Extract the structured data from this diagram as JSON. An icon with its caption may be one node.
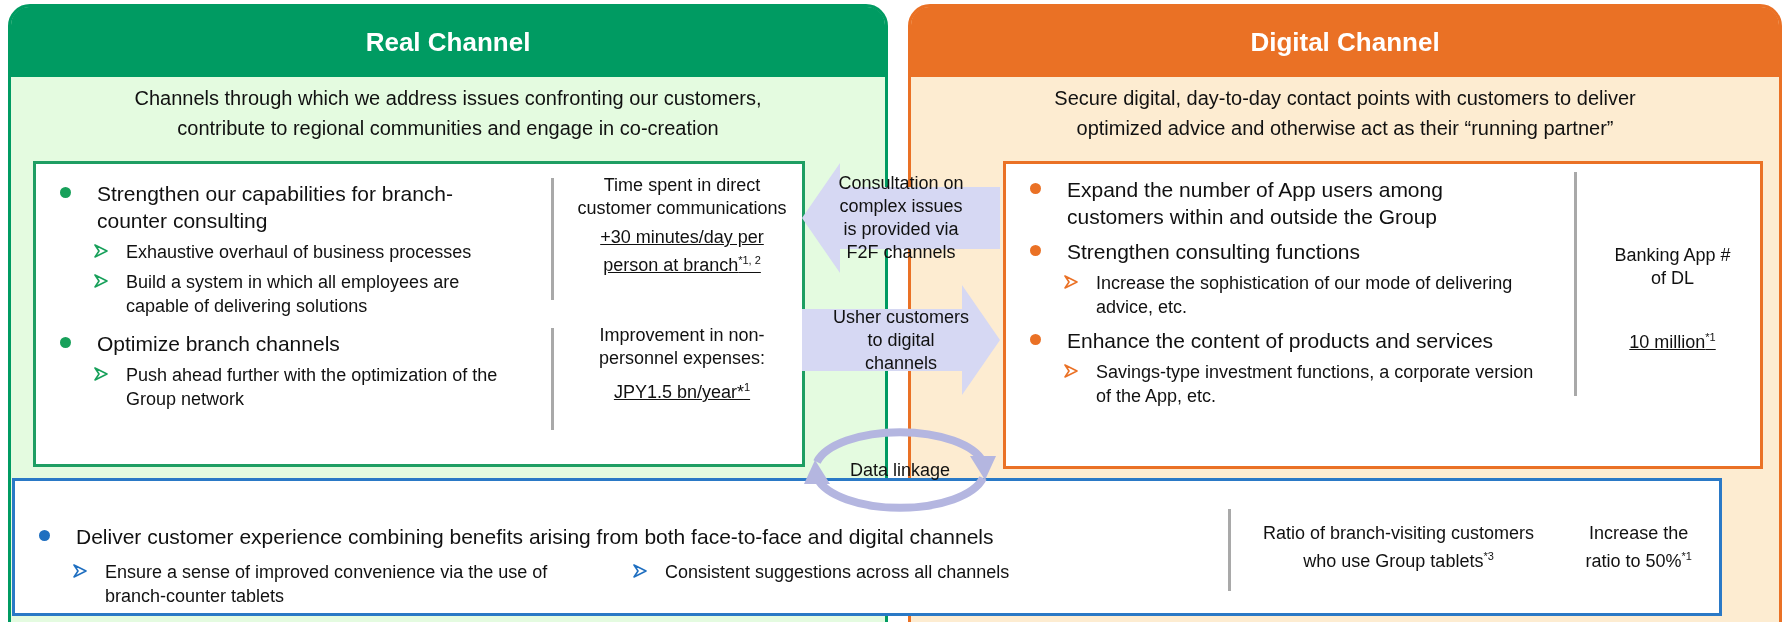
{
  "diagram": {
    "nodes": [
      {
        "text": [
          "Real Channel",
          "Channels through which we address issues confronting our customers, contribute to regional communities and engage in co-creation"
        ]
      },
      {
        "text": [
          "Strengthen our capabilities for branch-counter consulting",
          "Exhaustive overhaul of business processes",
          "Build a system in which all employees are capable of delivering solutions",
          "Optimize branch channels",
          "Push ahead further with the optimization of the Group network",
          "Time spent in direct customer communications",
          "+30 minutes/day per person at branch$^{*1, 2}$",
          "Improvement in non-personnel expenses:",
          "JPY1.5 bn/year*$^{1}$"
        ],
        "in": 0
      },
      {
        "text": [
          "Digital Channel",
          "Secure digital, day-to-day contact points with customers to deliver optimized advice and otherwise act as their “running partner”"
        ]
      },
      {
        "text": [
          "Expand the number of App users among customers within and outside the Group",
          "Strengthen consulting functions",
          "Increase the sophistication of our mode of delivering advice, etc.",
          "Enhance the content of products and services",
          "Savings-type investment functions, a corporate version of the App, etc.",
          "Banking App # of DL",
          "10 million$^{*1}$"
        ],
        "in": 2
      },
      {
        "text": [
          "Deliver customer experience combining benefits arising from both face-to-face and digital channels",
          "Ensure a sense of improved convenience via the use of branch-counter tablets",
          "Consistent suggestions across all channels",
          "Ratio of branch-visiting customers who use Group tablets$^{*3}$",
          "Increase the ratio to 50%$^{*1}$"
        ]
      }
    ],
    "edges": [
      {
        "from": 3,
        "to": 1,
        "arrow": "to",
        "label": "Consultation on complex issues is provided via F2F channels"
      },
      {
        "from": 1,
        "to": 3,
        "arrow": "to",
        "label": "Usher customers to digital channels"
      }
    ],
    "labels": [
      "Data linkage"
    ]
  }
}
